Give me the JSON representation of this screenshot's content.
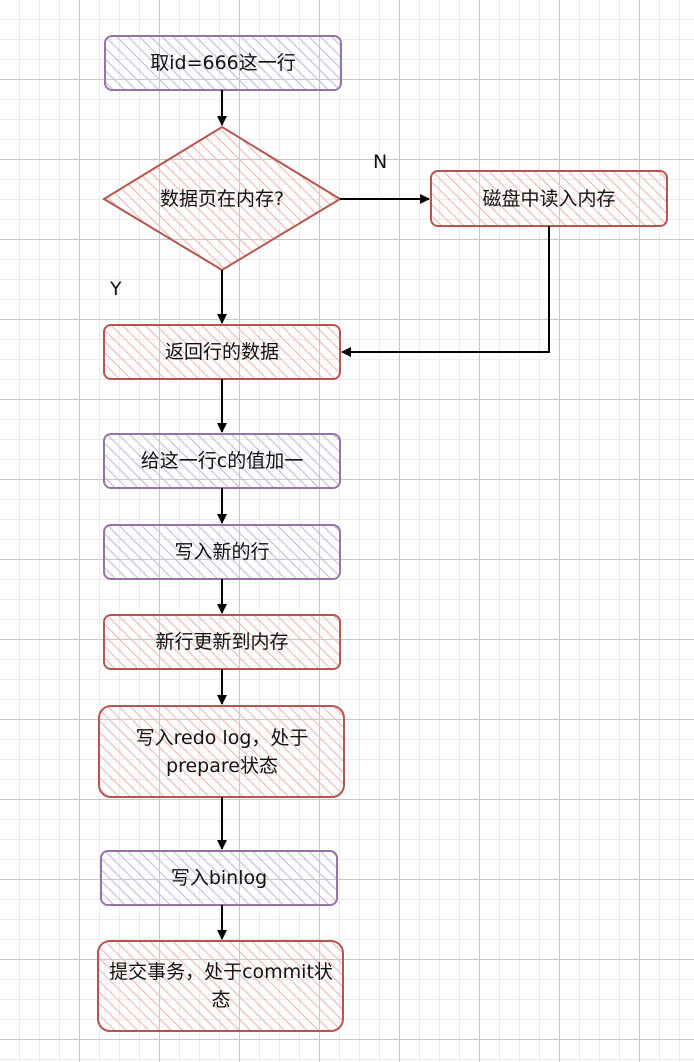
{
  "colors": {
    "purple_stroke": "#9673a6",
    "red_stroke": "#b85450",
    "purple_fill_hatch": "#c9b8df",
    "red_fill_hatch": "#f2b5b0",
    "arrow": "#000000"
  },
  "nodes": {
    "fetch_row": "取id=666这一行",
    "page_in_memory": "数据页在内存?",
    "read_from_disk": "磁盘中读入内存",
    "return_row": "返回行的数据",
    "increment_c": "给这一行c的值加一",
    "write_new_row": "写入新的行",
    "update_memory": "新行更新到内存",
    "write_redo_log": "写入redo log，处于prepare状态",
    "write_binlog": "写入binlog",
    "commit": "提交事务，处于commit状态"
  },
  "edge_labels": {
    "no": "N",
    "yes": "Y"
  }
}
